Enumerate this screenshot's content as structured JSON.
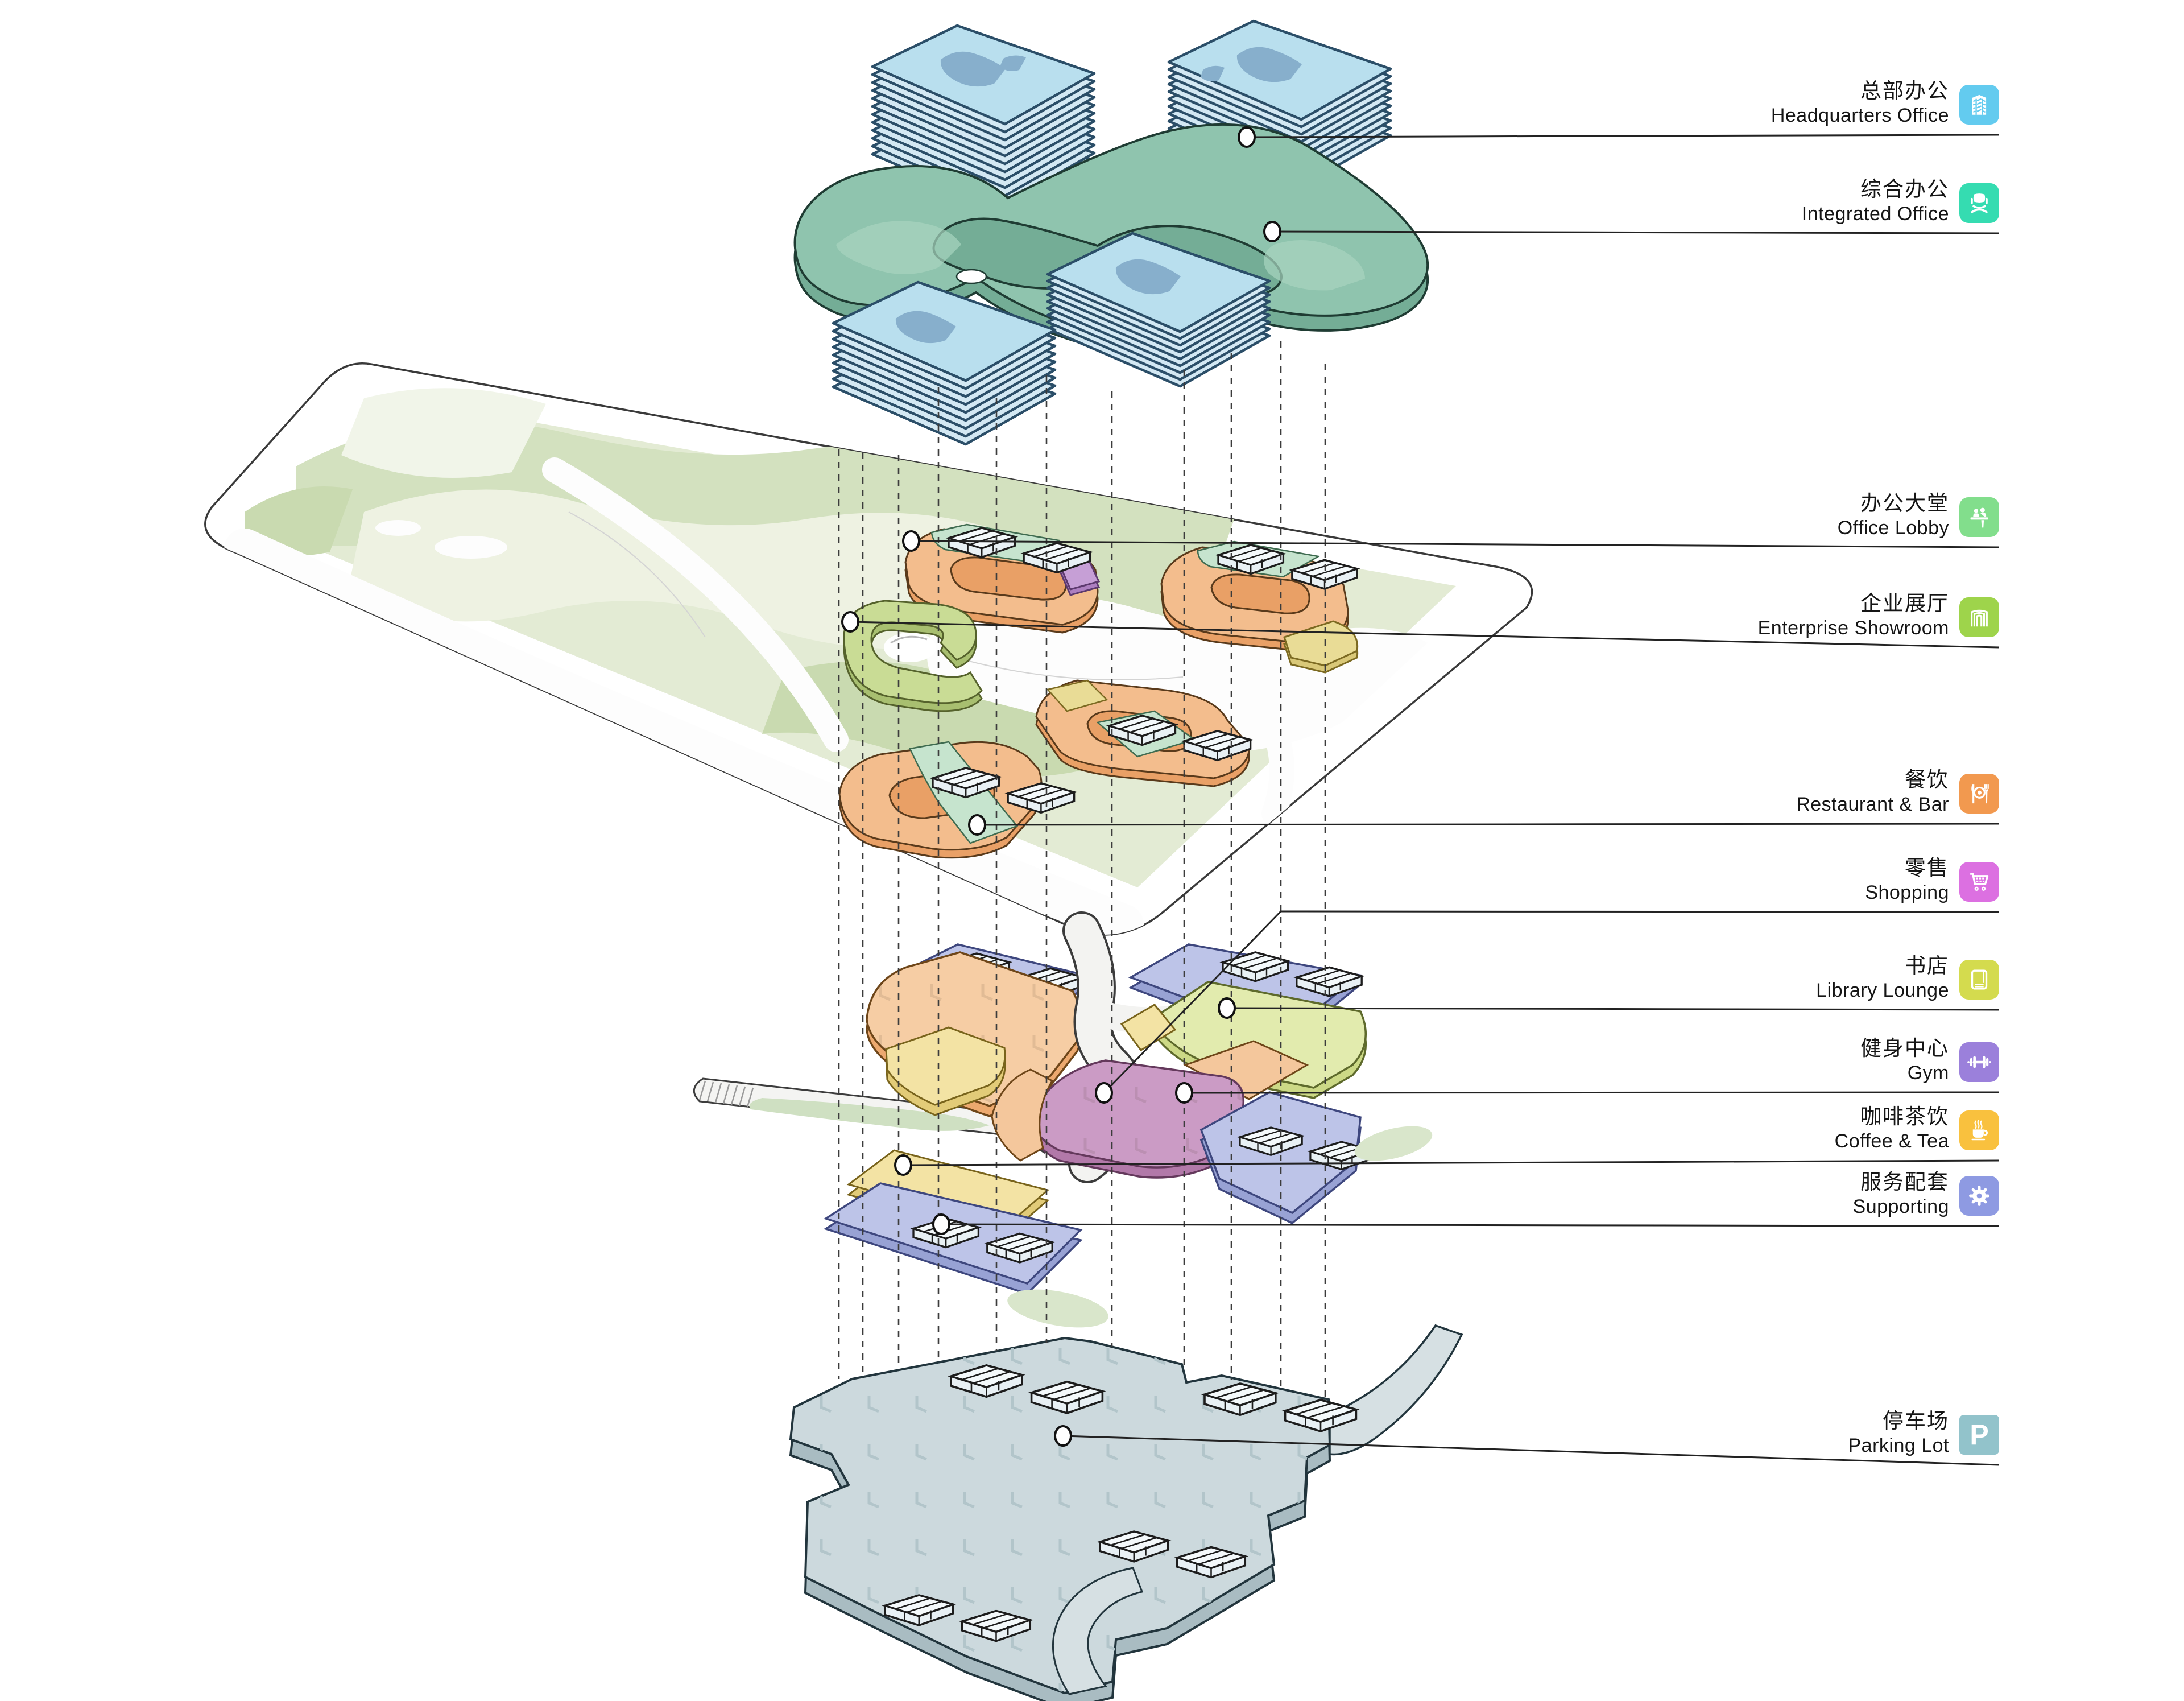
{
  "diagram": {
    "labels": [
      {
        "zh": "总部办公",
        "en": "Headquarters Office",
        "icon": "headquarters-building-icon",
        "color": "#63CBEF"
      },
      {
        "zh": "综合办公",
        "en": "Integrated Office",
        "icon": "office-chair-icon",
        "color": "#35DCB1"
      },
      {
        "zh": "办公大堂",
        "en": "Office Lobby",
        "icon": "reception-desk-icon",
        "color": "#82DE8C"
      },
      {
        "zh": "企业展厅",
        "en": "Enterprise Showroom",
        "icon": "showroom-gate-icon",
        "color": "#9ED44B"
      },
      {
        "zh": "餐饮",
        "en": "Restaurant & Bar",
        "icon": "dining-icon",
        "color": "#F2994F"
      },
      {
        "zh": "零售",
        "en": "Shopping",
        "icon": "shopping-cart-icon",
        "color": "#DC70E1"
      },
      {
        "zh": "书店",
        "en": "Library Lounge",
        "icon": "book-icon",
        "color": "#D4DB4E"
      },
      {
        "zh": "健身中心",
        "en": "Gym",
        "icon": "dumbbell-icon",
        "color": "#9B80DB"
      },
      {
        "zh": "咖啡茶饮",
        "en": "Coffee & Tea",
        "icon": "coffee-cup-icon",
        "color": "#F9C13E"
      },
      {
        "zh": "服务配套",
        "en": "Supporting",
        "icon": "gear-icon",
        "color": "#8E9AE2"
      },
      {
        "zh": "停车场",
        "en": "Parking Lot",
        "icon": "parking-p-icon",
        "color": "#92C3CB",
        "icon_letter": "P"
      }
    ]
  }
}
